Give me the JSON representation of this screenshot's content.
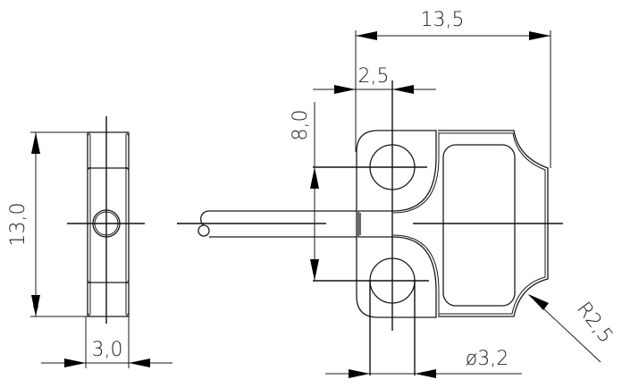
{
  "drawing": {
    "type": "technical-dimension-drawing",
    "line_color": "#1a1a1a",
    "background": "#ffffff",
    "views": {
      "side_view": {
        "dimensions": {
          "height": "13,0",
          "thickness": "3,0"
        }
      },
      "front_view": {
        "dimensions": {
          "overall_width": "13,5",
          "hole_offset": "2,5",
          "hole_spacing": "8,0",
          "hole_diameter": "ø3,2",
          "corner_radius": "R2,5"
        }
      }
    }
  }
}
